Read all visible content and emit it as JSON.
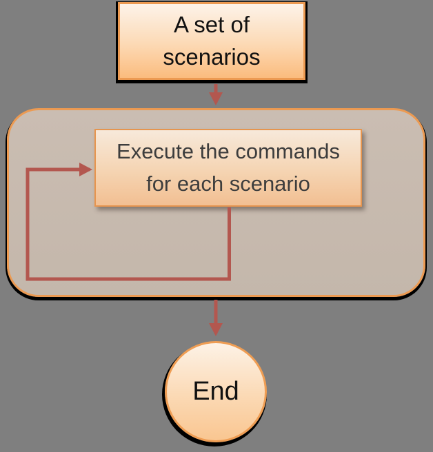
{
  "diagram": {
    "title": "scenario execution flowchart",
    "nodes": {
      "start": {
        "label": "A set of\nscenarios",
        "shape": "rectangle"
      },
      "loop_container": {
        "label": "",
        "shape": "rounded-rectangle"
      },
      "process": {
        "label": "Execute the commands\nfor each scenario",
        "shape": "rectangle"
      },
      "end": {
        "label": "End",
        "shape": "circle"
      }
    },
    "edges": [
      {
        "name": "arrow-start-to-loop",
        "from": "start",
        "to": "loop_container",
        "type": "straight-down"
      },
      {
        "name": "loop-back-arrow",
        "from": "process",
        "to": "process",
        "type": "loop-left"
      },
      {
        "name": "arrow-loop-to-end",
        "from": "loop_container",
        "to": "end",
        "type": "straight-down"
      }
    ],
    "colors": {
      "bg": "#7f7f7f",
      "accent_border": "#ec9a52",
      "arrow_color": "#b3574f",
      "text_dark": "#111111",
      "process_text": "#3d3d3d",
      "start_fill_top": "#fdf3e9",
      "start_fill_bottom": "#fbbc7e",
      "container_fill": "#c7bbae",
      "process_fill_top": "#f7e9da",
      "process_fill_bottom": "#f2bf92",
      "end_fill_top": "#fdf2e6",
      "end_fill_bottom": "#f9c691"
    }
  }
}
